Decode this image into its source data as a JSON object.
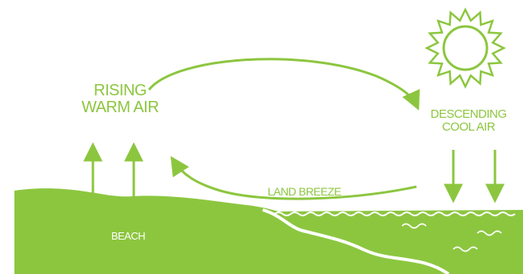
{
  "labels": {
    "rising_line1": "RISING",
    "rising_line2": "WARM AIR",
    "descending_line1": "DESCENDING",
    "descending_line2": "COOL AIR",
    "land_breeze": "LAND BREEZE",
    "beach": "BEACH"
  },
  "colors": {
    "accent": "#8cc63f",
    "background": "#ffffff",
    "label_on_land": "#ffffff"
  },
  "icons": {
    "sun": "sun-icon"
  }
}
